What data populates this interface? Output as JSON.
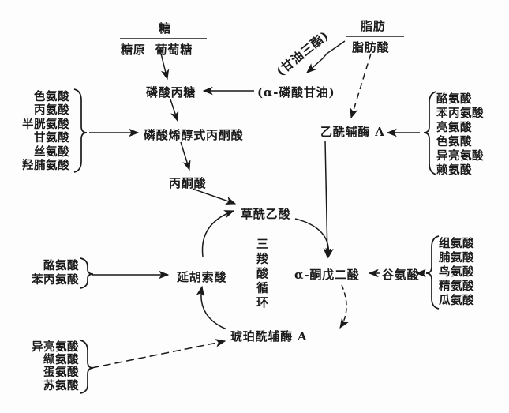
{
  "diagram": {
    "colors": {
      "ink": "#1a1a1a",
      "background": "#fdfdfd"
    },
    "nodes": {
      "sugar": "糖",
      "glycogen": "糖原",
      "glucose": "葡萄糖",
      "fat": "脂肪",
      "fatty_acid": "脂肪酸",
      "triglyceride": "(甘油三酯)",
      "alpha_phosphoglycerol": "(α-磷酸甘油)",
      "triose_phosphate": "磷酸丙糖",
      "phosphoenolpyruvate": "磷酸烯醇式丙酮酸",
      "pyruvate": "丙酮酸",
      "acetyl_coa": "乙酰辅酶 A",
      "oxaloacetate": "草酰乙酸",
      "tca_cycle": "三羧酸循环",
      "alpha_ketoglutarate": "α-酮戊二酸",
      "glutamate": "谷氨酸",
      "fumarate": "延胡索酸",
      "succinyl_coa": "琥珀酰辅酶 A"
    },
    "groups": {
      "to_pep": [
        "色氨酸",
        "丙氨酸",
        "半胱氨酸",
        "甘氨酸",
        "丝氨酸",
        "羟脯氨酸"
      ],
      "to_acetyl_coa": [
        "酪氨酸",
        "苯丙氨酸",
        "亮氨酸",
        "色氨酸",
        "异亮氨酸",
        "赖氨酸"
      ],
      "to_glutamate": [
        "组氨酸",
        "脯氨酸",
        "鸟氨酸",
        "精氨酸",
        "瓜氨酸"
      ],
      "to_fumarate": [
        "酪氨酸",
        "苯丙氨酸"
      ],
      "to_succinyl_coa": [
        "异亮氨酸",
        "缬氨酸",
        "蛋氨酸",
        "苏氨酸"
      ]
    }
  }
}
